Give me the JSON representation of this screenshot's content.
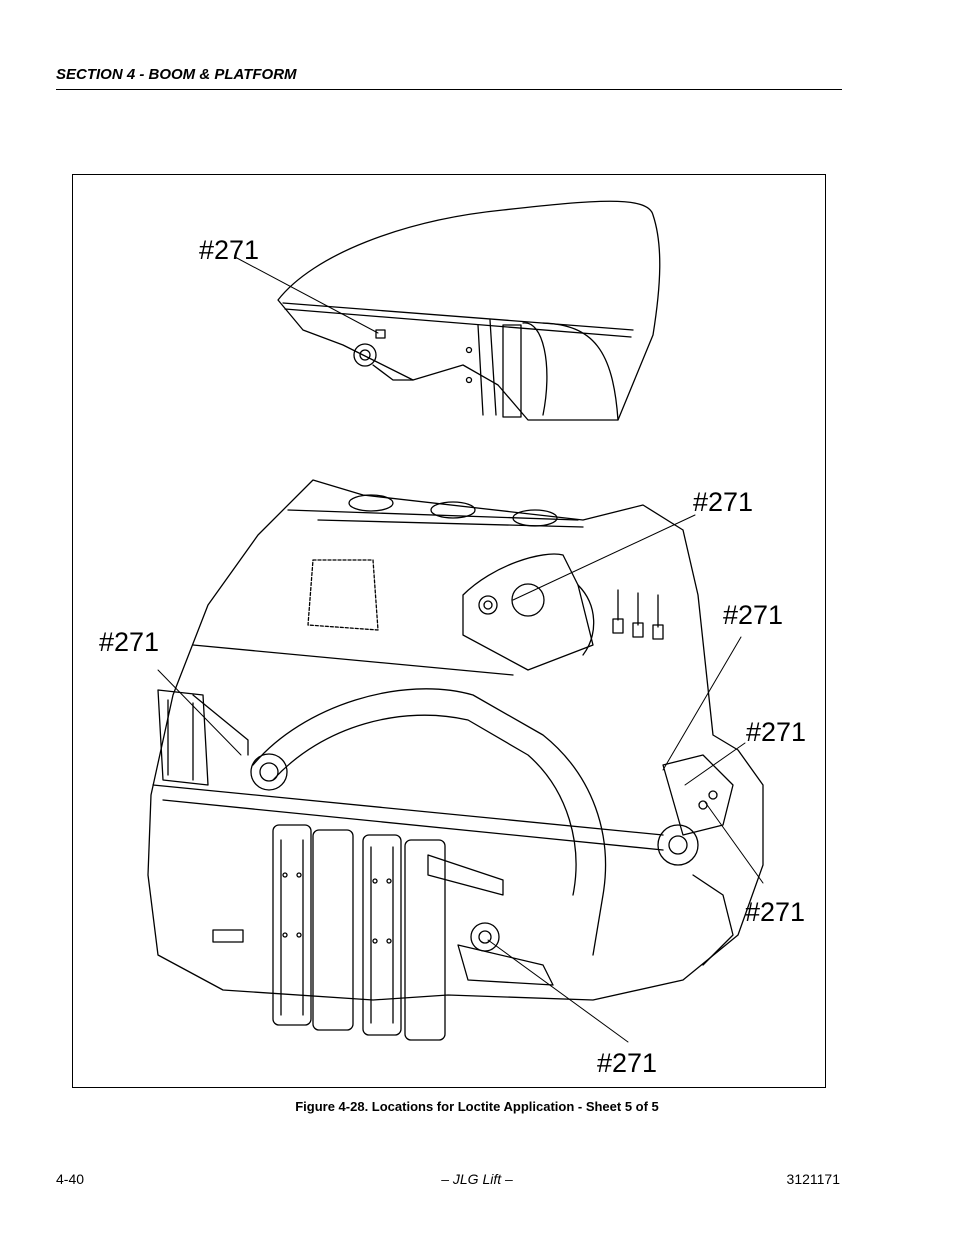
{
  "header": {
    "section": "SECTION 4 - BOOM & PLATFORM"
  },
  "figure": {
    "callouts": [
      "#271",
      "#271",
      "#271",
      "#271",
      "#271",
      "#271",
      "#271"
    ],
    "caption": "Figure 4-28.  Locations for Loctite Application - Sheet 5 of 5"
  },
  "footer": {
    "page_number": "4-40",
    "center": "– JLG Lift –",
    "doc_number": "3121171"
  }
}
